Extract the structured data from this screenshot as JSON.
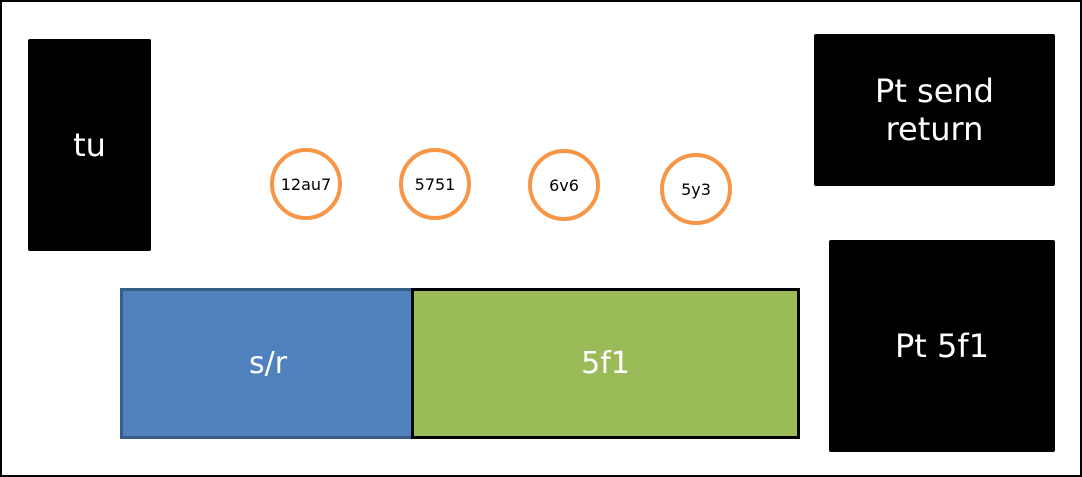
{
  "blocks": {
    "tu": "tu",
    "pt_send_return_line1": "Pt send",
    "pt_send_return_line2": "return",
    "pt_5f1": "Pt 5f1",
    "sr": "s/r",
    "fivef1": "5f1"
  },
  "tubes": {
    "t1": "12au7",
    "t2": "5751",
    "t3": "6v6",
    "t4": "5y3"
  },
  "colors": {
    "tube_outline": "#f79646",
    "sr_fill": "#4f81bd",
    "sr_border": "#385d8a",
    "fivef1_fill": "#9bbb59",
    "block_fill": "#000000"
  }
}
